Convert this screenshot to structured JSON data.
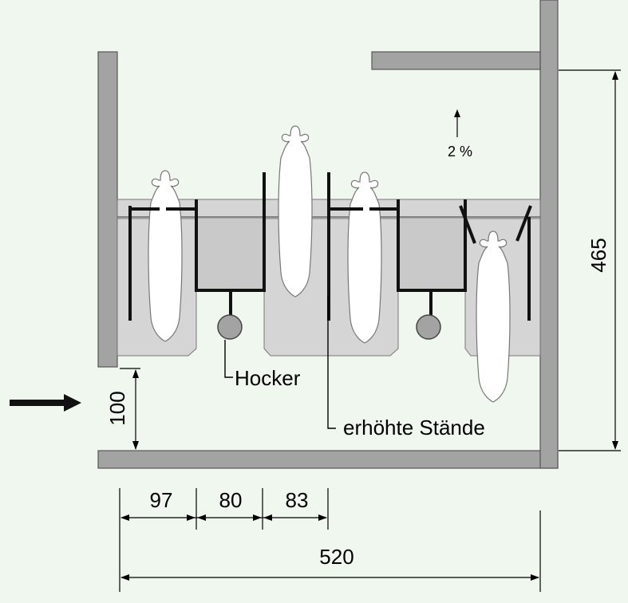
{
  "labels": {
    "hocker": "Hocker",
    "staende": "erhöhte Stände",
    "slope": "2 %"
  },
  "dimensions": {
    "height_total": "465",
    "height_entrance": "100",
    "w1": "97",
    "w2": "80",
    "w3": "83",
    "width_total": "520"
  },
  "colors": {
    "background": "#f0f7ee",
    "wall": "#a3a3a3",
    "stand": "#d5d5d5",
    "line": "#000000"
  },
  "icons": {
    "entrance": "arrow-right-icon",
    "slope": "arrow-up-icon",
    "stool": "circle-icon",
    "cow": "cow-topview-icon"
  }
}
